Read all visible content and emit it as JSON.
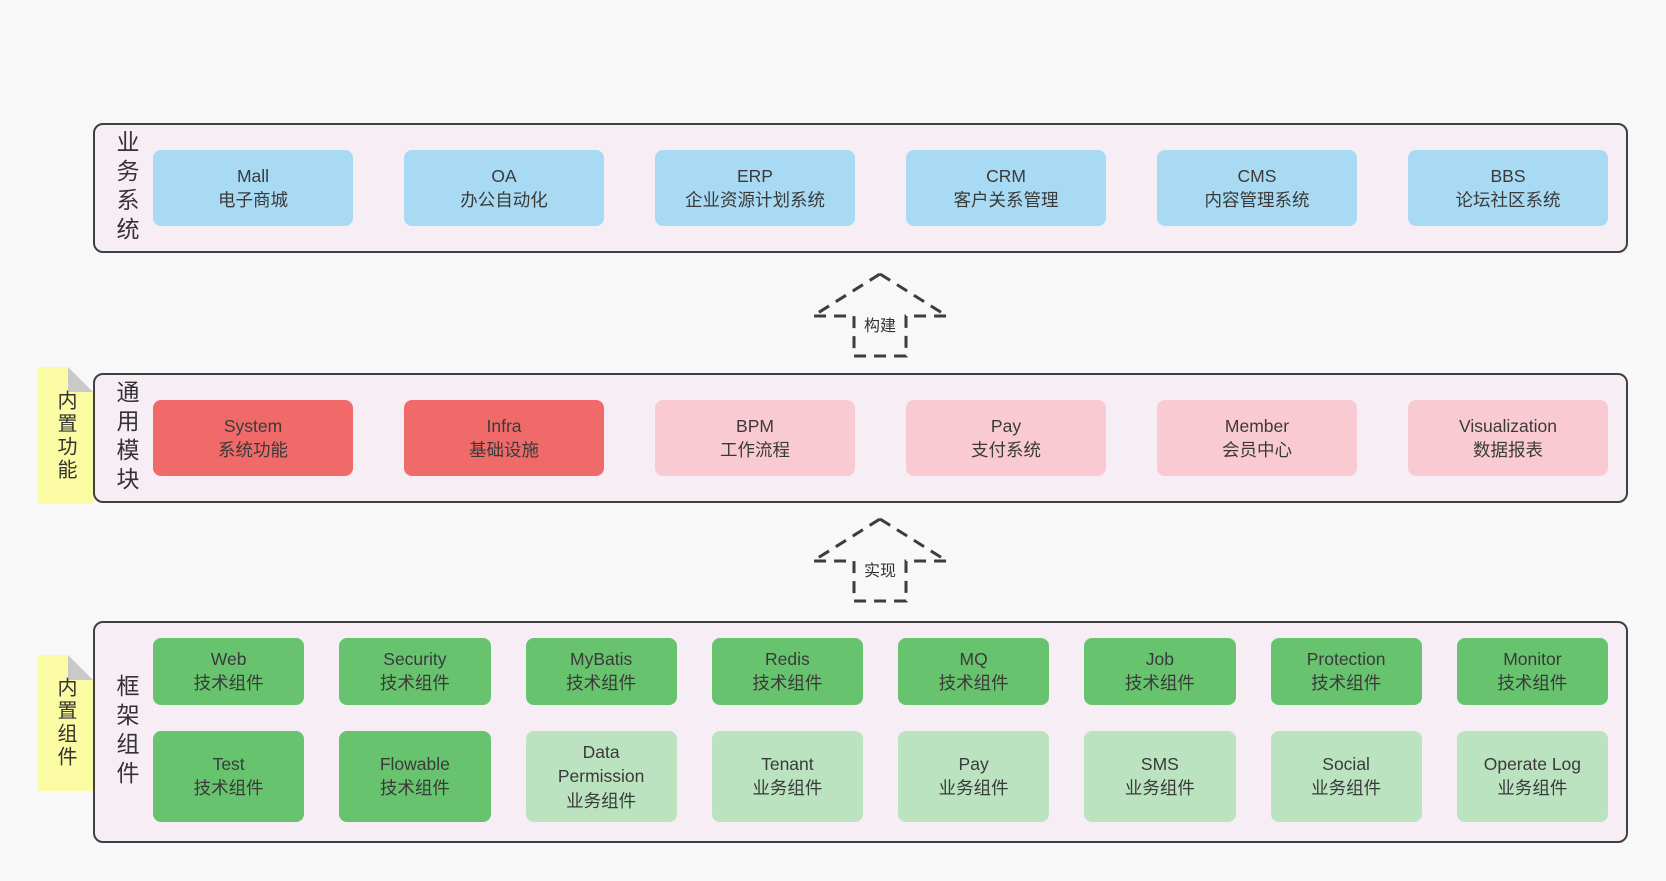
{
  "palette": {
    "page_background": "#f8f8f8",
    "layer_background": "#f7edf5",
    "layer_border": "#404040",
    "blue_box": "#a9daf3",
    "red_box": "#f16a6a",
    "pink_box": "#facad3",
    "green_box": "#68c36e",
    "light_green_box": "#bbe3c0",
    "yellow_tab": "#fbfba3",
    "fold_gray": "#c9c9c9",
    "text": "#3a3a3a"
  },
  "layers": [
    {
      "id": "business-systems",
      "label": "业务系统",
      "boxes": [
        {
          "title": "Mall",
          "subtitle": "电子商城",
          "variant": "blue"
        },
        {
          "title": "OA",
          "subtitle": "办公自动化",
          "variant": "blue"
        },
        {
          "title": "ERP",
          "subtitle": "企业资源计划系统",
          "variant": "blue"
        },
        {
          "title": "CRM",
          "subtitle": "客户关系管理",
          "variant": "blue"
        },
        {
          "title": "CMS",
          "subtitle": "内容管理系统",
          "variant": "blue"
        },
        {
          "title": "BBS",
          "subtitle": "论坛社区系统",
          "variant": "blue"
        }
      ]
    },
    {
      "id": "common-modules",
      "label": "通用模块",
      "tab": "内置功能",
      "boxes": [
        {
          "title": "System",
          "subtitle": "系统功能",
          "variant": "red"
        },
        {
          "title": "Infra",
          "subtitle": "基础设施",
          "variant": "red"
        },
        {
          "title": "BPM",
          "subtitle": "工作流程",
          "variant": "pink"
        },
        {
          "title": "Pay",
          "subtitle": "支付系统",
          "variant": "pink"
        },
        {
          "title": "Member",
          "subtitle": "会员中心",
          "variant": "pink"
        },
        {
          "title": "Visualization",
          "subtitle": "数据报表",
          "variant": "pink"
        }
      ]
    },
    {
      "id": "framework-components",
      "label": "框架组件",
      "tab": "内置组件",
      "boxes": [
        {
          "title": "Web",
          "subtitle": "技术组件",
          "variant": "green"
        },
        {
          "title": "Security",
          "subtitle": "技术组件",
          "variant": "green"
        },
        {
          "title": "MyBatis",
          "subtitle": "技术组件",
          "variant": "green"
        },
        {
          "title": "Redis",
          "subtitle": "技术组件",
          "variant": "green"
        },
        {
          "title": "MQ",
          "subtitle": "技术组件",
          "variant": "green"
        },
        {
          "title": "Job",
          "subtitle": "技术组件",
          "variant": "green"
        },
        {
          "title": "Protection",
          "subtitle": "技术组件",
          "variant": "green"
        },
        {
          "title": "Monitor",
          "subtitle": "技术组件",
          "variant": "green"
        },
        {
          "title": "Test",
          "subtitle": "技术组件",
          "variant": "green"
        },
        {
          "title": "Flowable",
          "subtitle": "技术组件",
          "variant": "green"
        },
        {
          "title": "Data\nPermission",
          "subtitle": "业务组件",
          "variant": "lightgreen"
        },
        {
          "title": "Tenant",
          "subtitle": "业务组件",
          "variant": "lightgreen"
        },
        {
          "title": "Pay",
          "subtitle": "业务组件",
          "variant": "lightgreen"
        },
        {
          "title": "SMS",
          "subtitle": "业务组件",
          "variant": "lightgreen"
        },
        {
          "title": "Social",
          "subtitle": "业务组件",
          "variant": "lightgreen"
        },
        {
          "title": "Operate Log",
          "subtitle": "业务组件",
          "variant": "lightgreen"
        }
      ]
    }
  ],
  "arrows": [
    {
      "label": "构建"
    },
    {
      "label": "实现"
    }
  ]
}
